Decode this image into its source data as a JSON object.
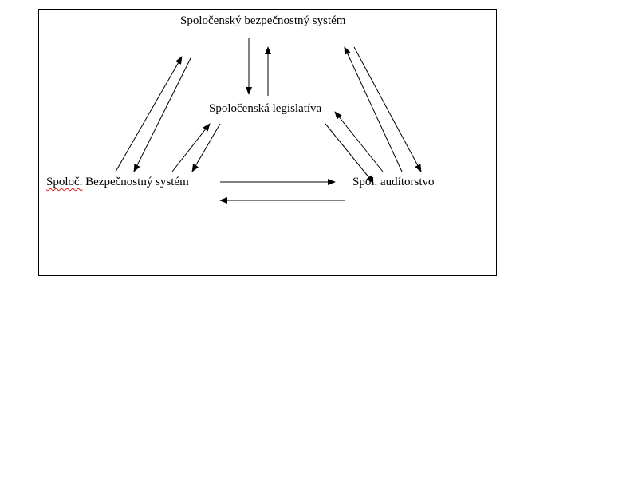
{
  "diagram": {
    "nodes": {
      "top": "Spoločenský bezpečnostný systém",
      "middle": "Spoločenská legislatíva",
      "left_abbrev": "Spoloč.",
      "left_rest": " Bezpečnostný systém",
      "right_abbrev": "Spol.",
      "right_rest": " audítorstvo"
    },
    "edges": [
      {
        "from": "top",
        "to": "middle"
      },
      {
        "from": "middle",
        "to": "top"
      },
      {
        "from": "left",
        "to": "top"
      },
      {
        "from": "top",
        "to": "left"
      },
      {
        "from": "left",
        "to": "middle"
      },
      {
        "from": "middle",
        "to": "left"
      },
      {
        "from": "right",
        "to": "top"
      },
      {
        "from": "top",
        "to": "right"
      },
      {
        "from": "right",
        "to": "middle"
      },
      {
        "from": "middle",
        "to": "right"
      },
      {
        "from": "left",
        "to": "right"
      },
      {
        "from": "right",
        "to": "left"
      }
    ],
    "colors": {
      "line": "#000000",
      "spellcheck_underline": "#e02020"
    }
  }
}
